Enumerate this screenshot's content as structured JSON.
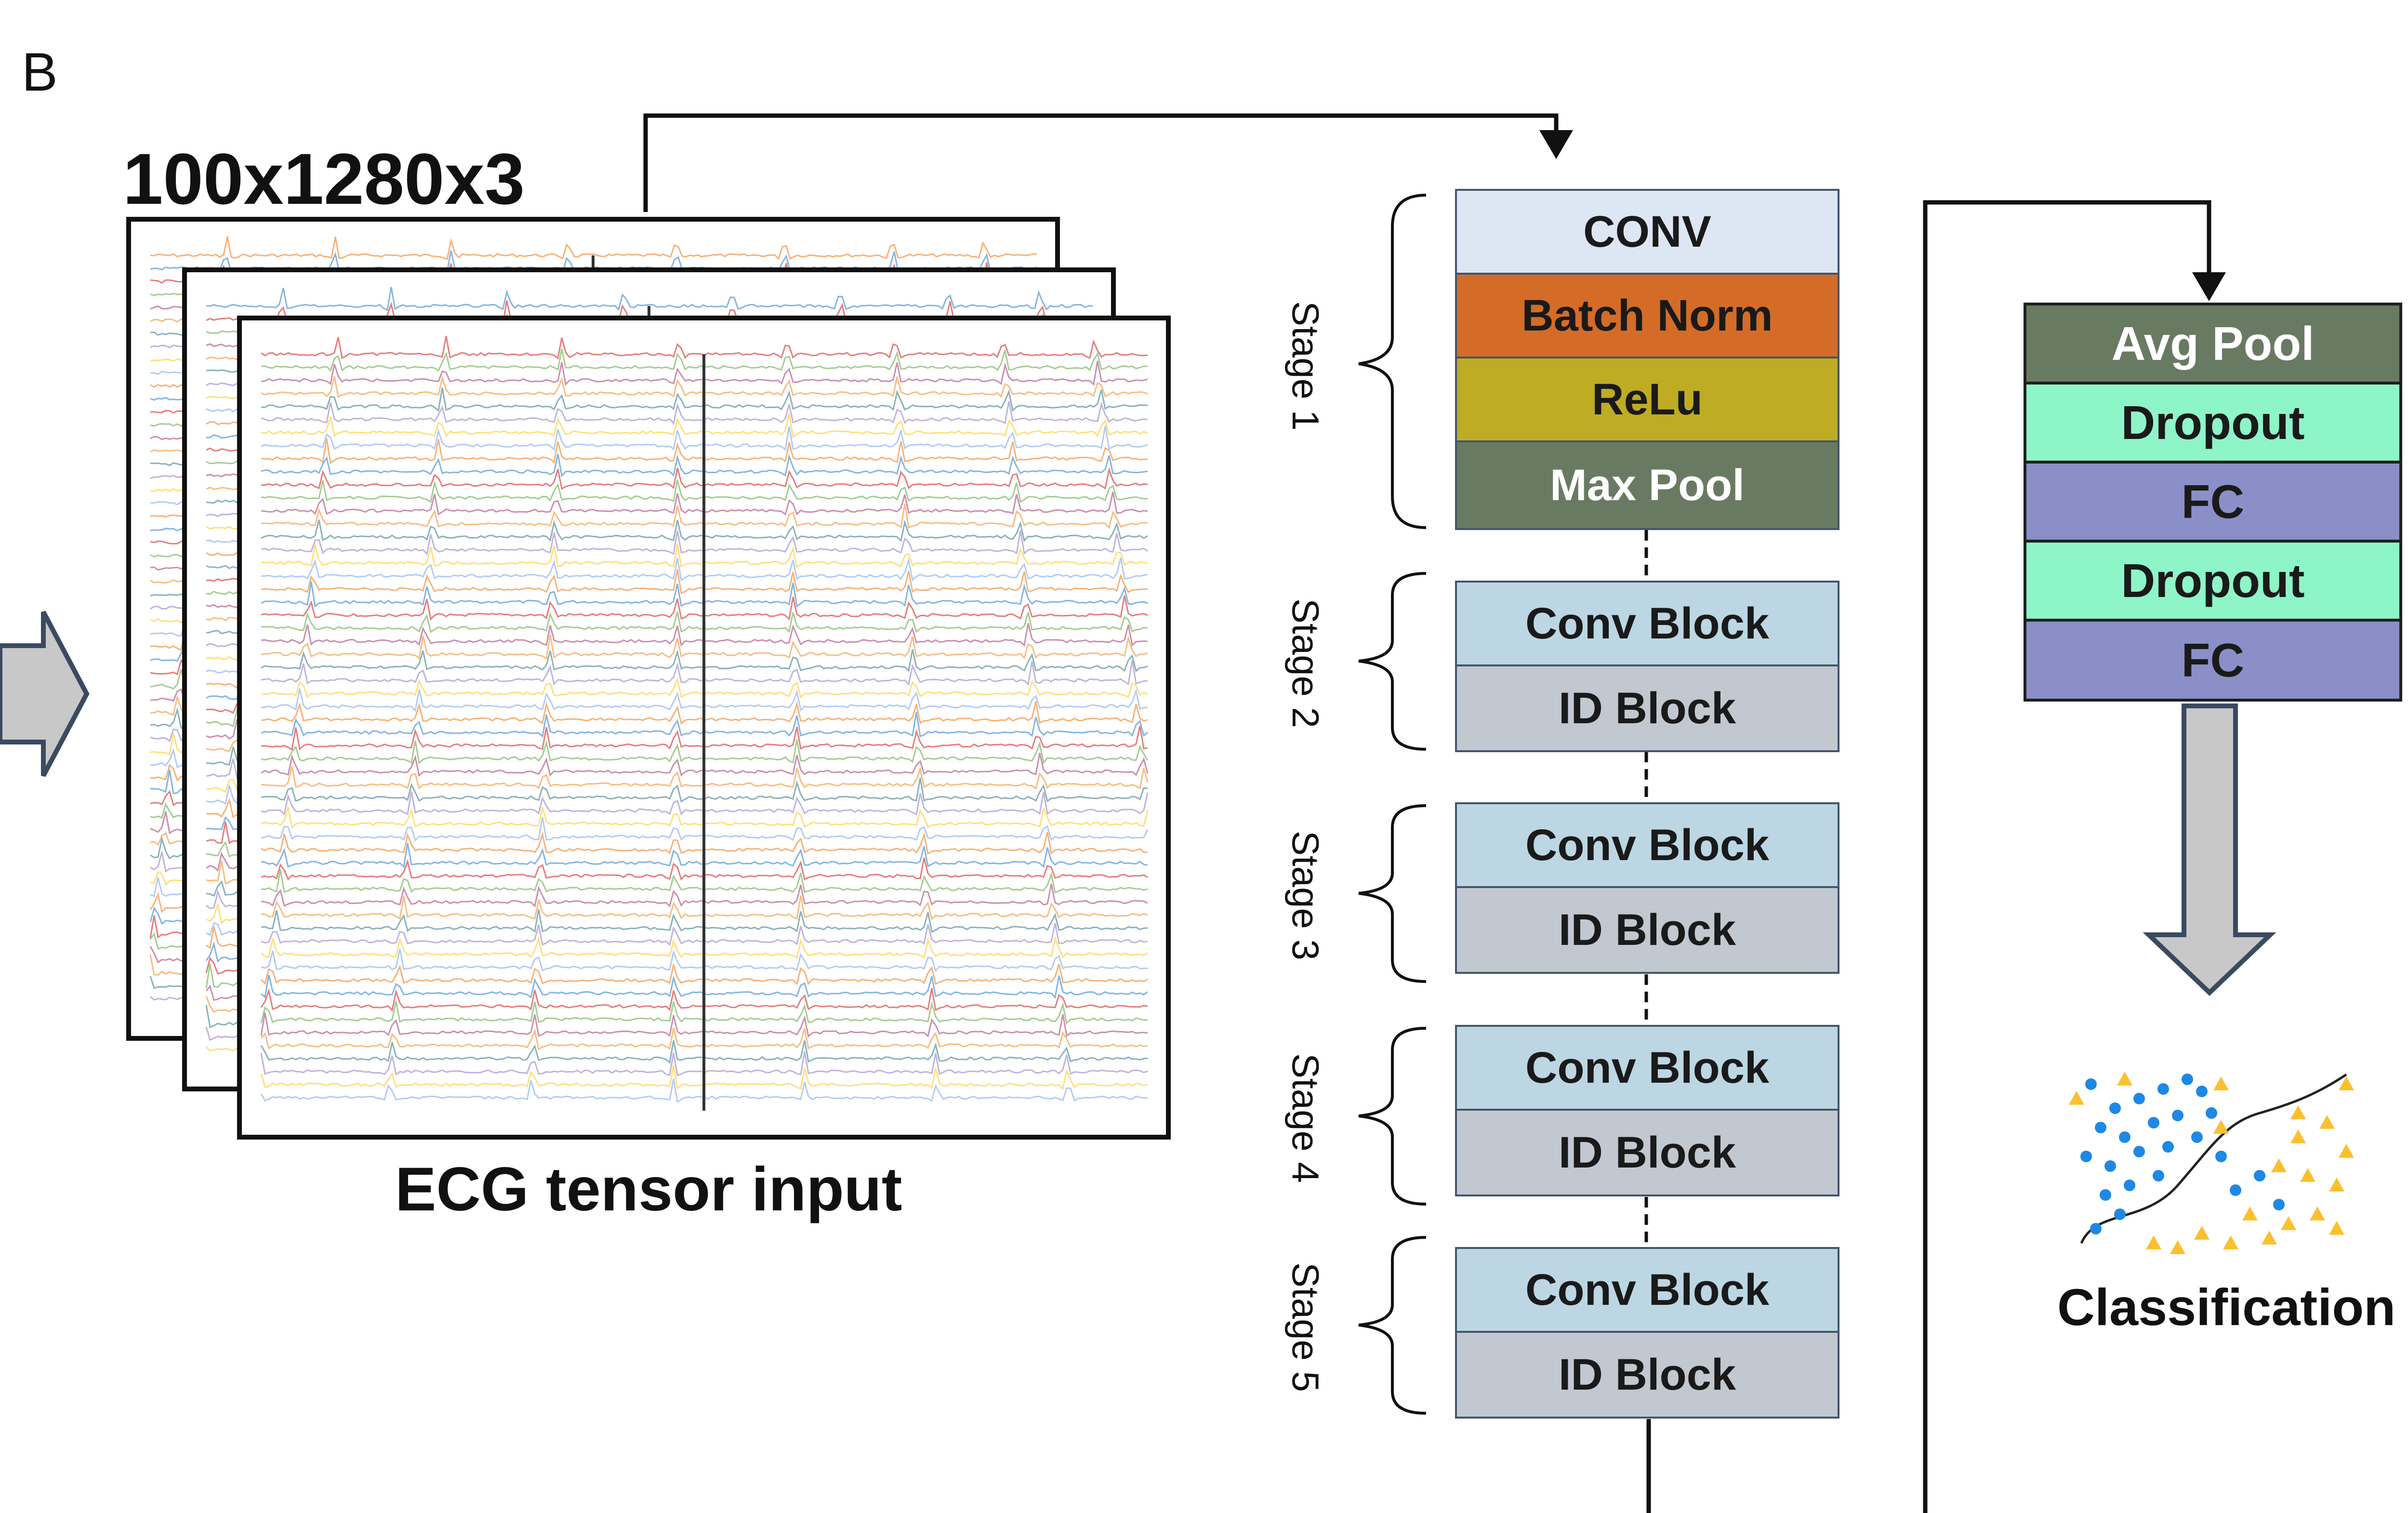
{
  "panel_letter": "B",
  "input": {
    "dimensions": "100x1280x3",
    "label": "ECG tensor input",
    "trace_colors": [
      "#f4a460",
      "#6fa8dc",
      "#e06666",
      "#93c47d",
      "#c27ba0",
      "#f6b26b",
      "#76a5af",
      "#b4a7d6",
      "#ffd966",
      "#a4c2f4"
    ]
  },
  "backbone": {
    "stage1": {
      "label": "Stage 1",
      "layers": [
        {
          "label": "CONV",
          "bg": "#dde7f4",
          "fg": "#1a1a1a"
        },
        {
          "label": "Batch Norm",
          "bg": "#d46c28",
          "fg": "#1a1a1a"
        },
        {
          "label": "ReLu",
          "bg": "#bdac24",
          "fg": "#1a1a1a"
        },
        {
          "label": "Max Pool",
          "bg": "#697a62",
          "fg": "#ffffff"
        }
      ]
    },
    "stages": [
      {
        "label": "Stage 2",
        "conv": "Conv Block",
        "id": "ID Block"
      },
      {
        "label": "Stage 3",
        "conv": "Conv Block",
        "id": "ID Block"
      },
      {
        "label": "Stage 4",
        "conv": "Conv Block",
        "id": "ID Block"
      },
      {
        "label": "Stage 5",
        "conv": "Conv Block",
        "id": "ID Block"
      }
    ],
    "colors": {
      "conv_block": "#bcd7e3",
      "id_block": "#c1c8cf"
    }
  },
  "head": {
    "layers": [
      {
        "label": "Avg Pool",
        "bg": "#687a62",
        "fg": "#ffffff"
      },
      {
        "label": "Dropout",
        "bg": "#8ef5c9",
        "fg": "#1a1a1a"
      },
      {
        "label": "FC",
        "bg": "#8a8fc8",
        "fg": "#1a1a1a"
      },
      {
        "label": "Dropout",
        "bg": "#8ef5c9",
        "fg": "#1a1a1a"
      },
      {
        "label": "FC",
        "bg": "#8a8fc8",
        "fg": "#1a1a1a"
      }
    ]
  },
  "output": {
    "label": "Classification",
    "colors": {
      "dots": "#1e88e5",
      "triangles": "#fbc02d"
    }
  }
}
